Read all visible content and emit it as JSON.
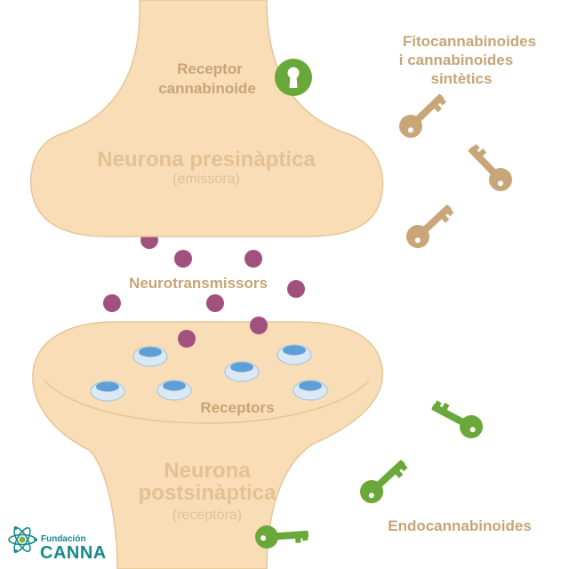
{
  "labels": {
    "receptor_cannabinoide": [
      "Receptor",
      "cannabinoide"
    ],
    "presynaptic_title": "Neurona presinàptica",
    "presynaptic_subtitle": "(emissora)",
    "neurotransmitters": "Neurotransmissors",
    "receptors": "Receptors",
    "postsynaptic_title": [
      "Neurona",
      "postsinàptica"
    ],
    "postsynaptic_subtitle": "(receptora)",
    "phytocannabinoids": [
      "Fitocannabinoides",
      "i cannabinoides",
      "sintètics"
    ],
    "endocannabinoids": "Endocannabinoides"
  },
  "logo": {
    "line1": "Fundación",
    "line2": "CANNA",
    "icon": "atom-icon"
  },
  "icons": {
    "cannabinoid_receptor": "keyhole-icon",
    "phytocannabinoid": "key-icon",
    "endocannabinoid": "key-icon",
    "neurotransmitter": "dot",
    "receptor": "dome-receptor-icon"
  },
  "colors": {
    "neuron-fill": "#f8ddb7",
    "neuron-stroke": "#e6c597",
    "title-text": "#e3c193",
    "label-text": "#c7a576",
    "tan-key": "#c9a678",
    "green": "#6aa839",
    "purple": "#a2517f",
    "receptor-top": "#5d9fd6",
    "receptor-body": "#dbe9f5",
    "receptor-stroke": "#a9c6de",
    "logo-teal": "#168a8c",
    "logo-green": "#7fb33d"
  }
}
